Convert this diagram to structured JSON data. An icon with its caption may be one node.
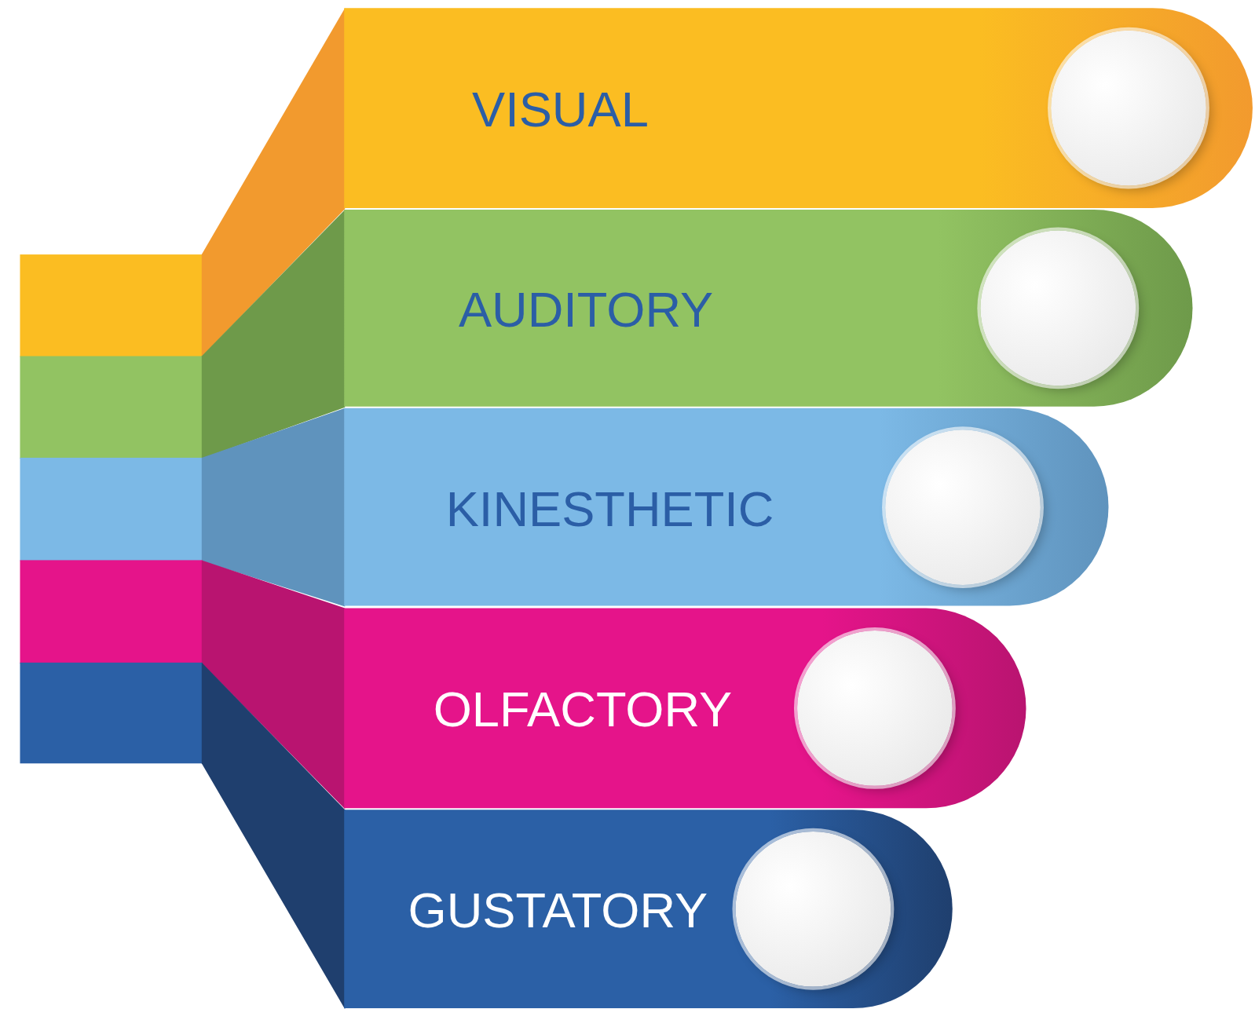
{
  "diagram": {
    "nodes": [
      {
        "text": [
          "VISUAL"
        ]
      },
      {
        "text": [],
        "shape": "circle",
        "in": 0
      },
      {
        "text": [
          "AUDITORY"
        ]
      },
      {
        "text": [],
        "shape": "circle",
        "in": 2
      },
      {
        "text": [
          "KINESTHETIC"
        ]
      },
      {
        "text": [],
        "shape": "circle",
        "in": 4
      },
      {
        "text": [
          "OLFACTORY"
        ]
      },
      {
        "text": [],
        "shape": "circle",
        "in": 6
      },
      {
        "text": [
          "GUSTATORY"
        ]
      },
      {
        "text": [],
        "shape": "circle",
        "in": 8
      }
    ]
  }
}
